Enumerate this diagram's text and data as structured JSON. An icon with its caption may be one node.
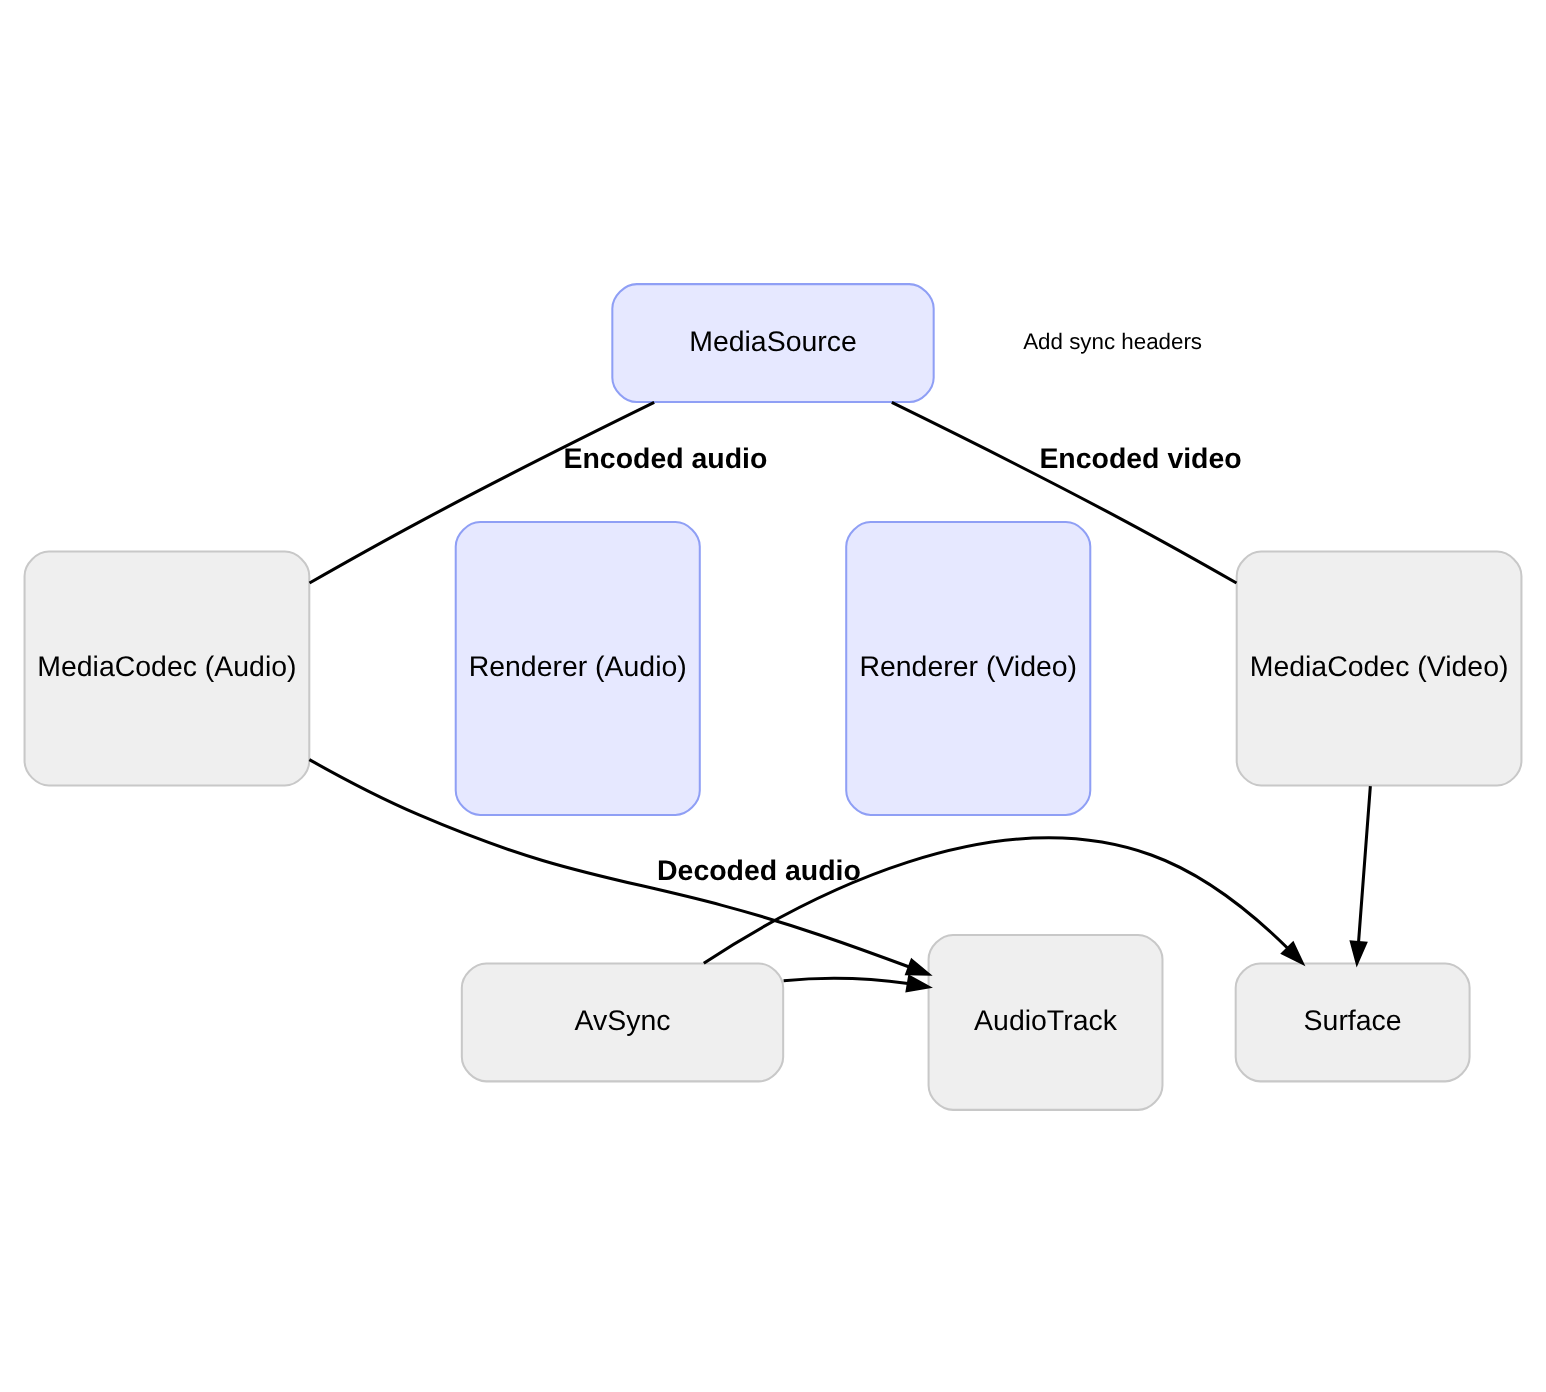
{
  "diagram": {
    "nodes": [
      {
        "text": [
          "MediaCodec (Audio)"
        ]
      },
      {
        "text": [
          "MediaSource"
        ]
      },
      {
        "text": [
          "MediaCodec (Video)"
        ]
      },
      {
        "text": [
          "Renderer (Audio)"
        ]
      },
      {
        "text": [
          "Renderer (Video)"
        ]
      },
      {
        "text": [
          "AudioTrack"
        ]
      },
      {
        "text": [
          "AvSync"
        ]
      },
      {
        "text": [
          "Surface"
        ]
      }
    ],
    "edges": [
      {
        "from": 1,
        "to": 0,
        "arrow": "none",
        "label": "Encoded audio"
      },
      {
        "from": 0,
        "to": 5,
        "arrow": "to",
        "label": "Decoded audio"
      },
      {
        "from": 1,
        "to": 2,
        "arrow": "none",
        "label": "Encoded video"
      },
      {
        "from": 2,
        "to": 7,
        "arrow": "to"
      },
      {
        "from": 6,
        "to": 5,
        "arrow": "to"
      },
      {
        "from": 6,
        "to": 7,
        "arrow": "to"
      }
    ],
    "labels": [
      "Add sync headers"
    ]
  }
}
